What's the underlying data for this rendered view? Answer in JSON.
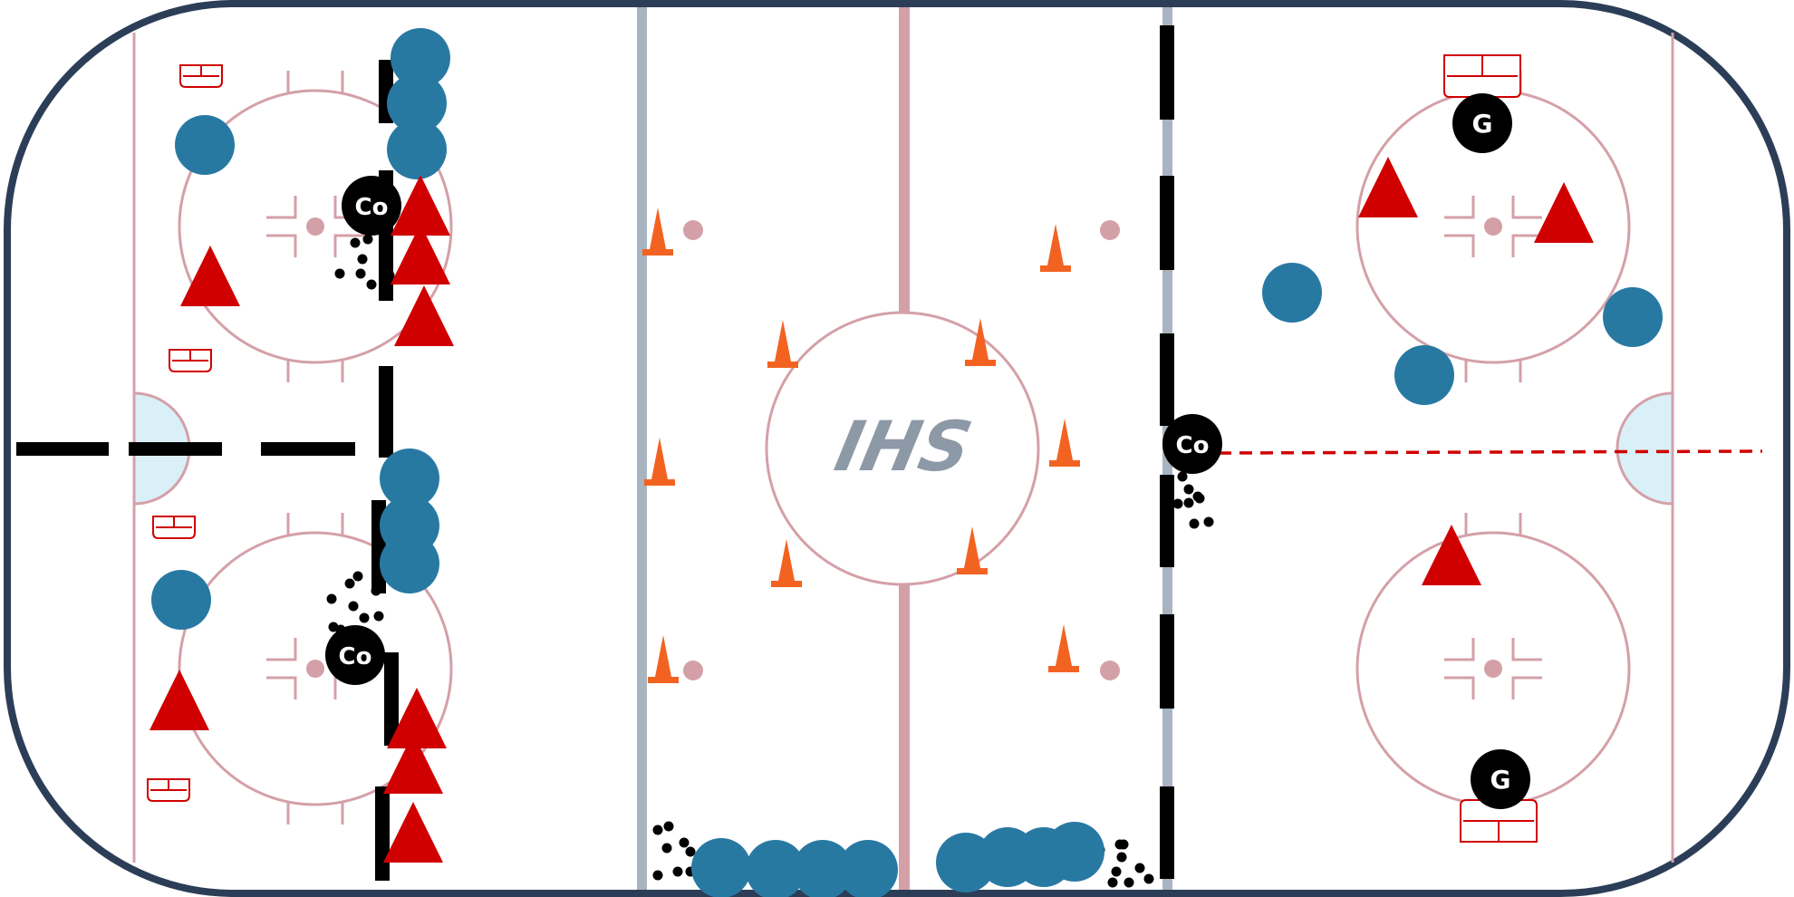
{
  "logo": {
    "text": "IHS"
  },
  "labels": {
    "coach": "Co",
    "goalie": "G"
  },
  "colors": {
    "boards": "#2c3e57",
    "ice": "#ffffff",
    "center_line": "#d4a0a8",
    "blue_line": "#a8b4c0",
    "circle": "#d4a0a8",
    "crease": "#daf0f8",
    "player_blue": "#2879a2",
    "player_red": "#d00000",
    "cone": "#f26322",
    "marker": "#000000",
    "puck": "#000000",
    "pass_line": "#d00000",
    "net": "#d00000",
    "logo": "#8d99a6"
  },
  "icons": {
    "blue_player": "filled-circle",
    "red_player": "filled-triangle",
    "coach": "black-circle-with-label",
    "goalie": "black-circle-with-label",
    "cone": "orange-cone",
    "puck": "small-black-dot",
    "net": "hockey-net",
    "barrier": "black-bar"
  }
}
